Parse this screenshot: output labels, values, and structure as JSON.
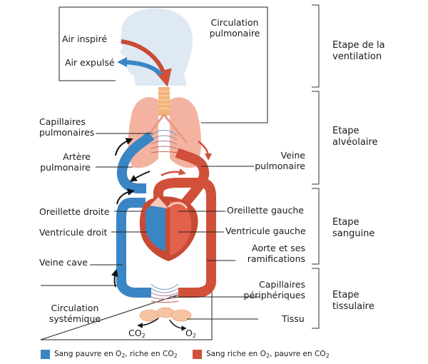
{
  "labels": {
    "air_inspire": "Air inspiré",
    "air_expulse": "Air expulsé",
    "circulation_pulmonaire": [
      "Circulation",
      "pulmonaire"
    ],
    "capillaires_pulmonaires": [
      "Capillaires",
      "pulmonaires"
    ],
    "artere_pulmonaire": [
      "Artère",
      "pulmonaire"
    ],
    "veine_pulmonaire": [
      "Veine",
      "pulmonaire"
    ],
    "oreillette_droite": "Oreillette droite",
    "oreillette_gauche": "Oreillette gauche",
    "ventricule_droit": "Ventricule droit",
    "ventricule_gauche": "Ventricule gauche",
    "aorte": [
      "Aorte et ses",
      "ramifications"
    ],
    "veine_cave": "Veine cave",
    "capillaires_peripheriques": [
      "Capillaires",
      "périphériques"
    ],
    "circulation_systemique": [
      "Circulation",
      "systémique"
    ],
    "tissu": "Tissu",
    "co2": {
      "base": "CO",
      "sub": "2"
    },
    "o2": {
      "base": "O",
      "sub": "2"
    }
  },
  "stages": [
    {
      "lines": [
        "Etape de la",
        "ventilation"
      ]
    },
    {
      "lines": [
        "Etape",
        "alvéolaire"
      ]
    },
    {
      "lines": [
        "Etape",
        "sanguine"
      ]
    },
    {
      "lines": [
        "Etape",
        "tissulaire"
      ]
    }
  ],
  "legend": [
    {
      "text_a": "Sang pauvre en O",
      "sub_a": "2",
      "text_b": ", riche en CO",
      "sub_b": "2",
      "color": "#3a86c4"
    },
    {
      "text_a": "Sang riche en O",
      "sub_a": "2",
      "text_b": ", pauvre en CO",
      "sub_b": "2",
      "color": "#d0503a"
    }
  ],
  "colors": {
    "blue": "#3a86c4",
    "red": "#d0503a",
    "lung": "#f4b3a0",
    "trachea": "#f2b37a",
    "head": "#dfe9f3",
    "heart_pink": "#f6c8b8"
  }
}
